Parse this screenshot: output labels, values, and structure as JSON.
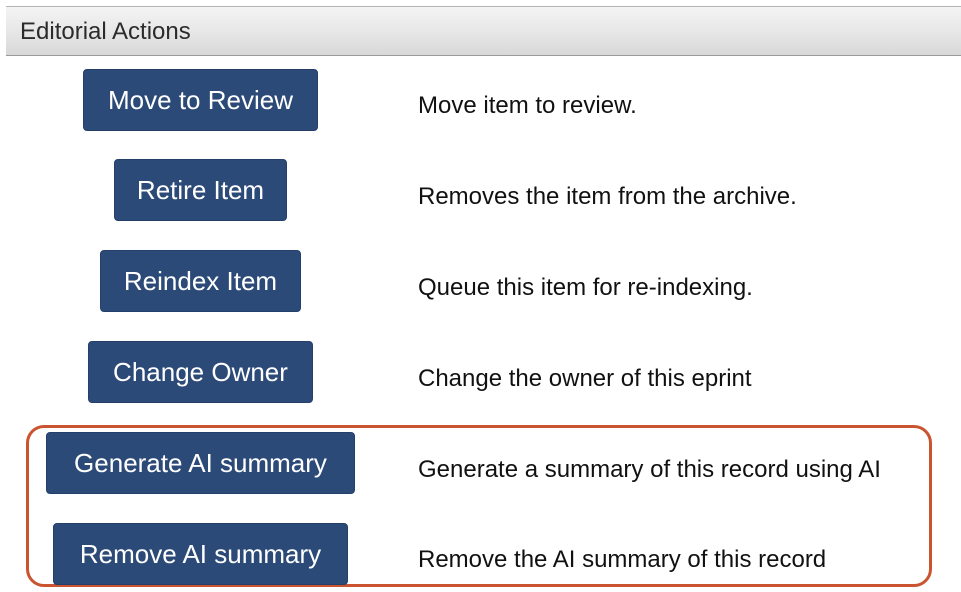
{
  "panel": {
    "title": "Editorial Actions"
  },
  "actions": [
    {
      "button_label": "Move to Review",
      "description": "Move item to review."
    },
    {
      "button_label": "Retire Item",
      "description": "Removes the item from the archive."
    },
    {
      "button_label": "Reindex Item",
      "description": "Queue this item for re-indexing."
    },
    {
      "button_label": "Change Owner",
      "description": "Change the owner of this eprint"
    },
    {
      "button_label": "Generate AI summary",
      "description": "Generate a summary of this record using AI"
    },
    {
      "button_label": "Remove AI summary",
      "description": "Remove the AI summary of this record"
    }
  ],
  "colors": {
    "button_background": "#2c4a78",
    "highlight_border": "#c9542f"
  }
}
